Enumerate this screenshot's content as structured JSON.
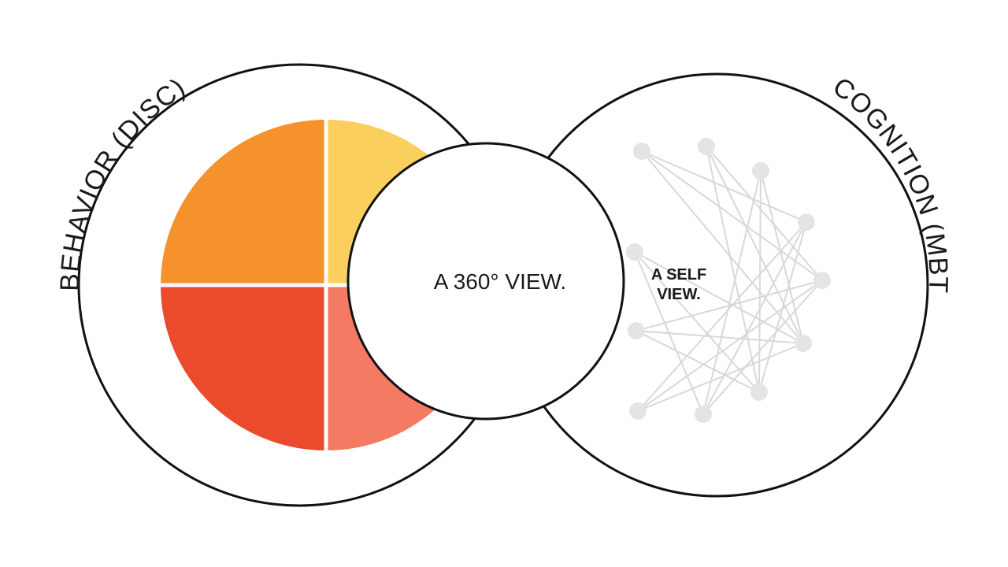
{
  "diagram": {
    "left_label": "BEHAVIOR (DISC)",
    "right_label": "COGNITION (MBTI)",
    "center_label": "A 360° VIEW.",
    "self_label_line1": "A SELF",
    "self_label_line2": "VIEW.",
    "colors": {
      "quadrant_top_left": "#f5922b",
      "quadrant_top_right": "#fbcf5e",
      "quadrant_bottom_left": "#ec4a2d",
      "quadrant_bottom_right": "#f47a63",
      "outline": "#111111",
      "network": "#d8d8d8"
    },
    "icons": [
      "disc-quadrant-chart",
      "network-star-icon"
    ]
  }
}
